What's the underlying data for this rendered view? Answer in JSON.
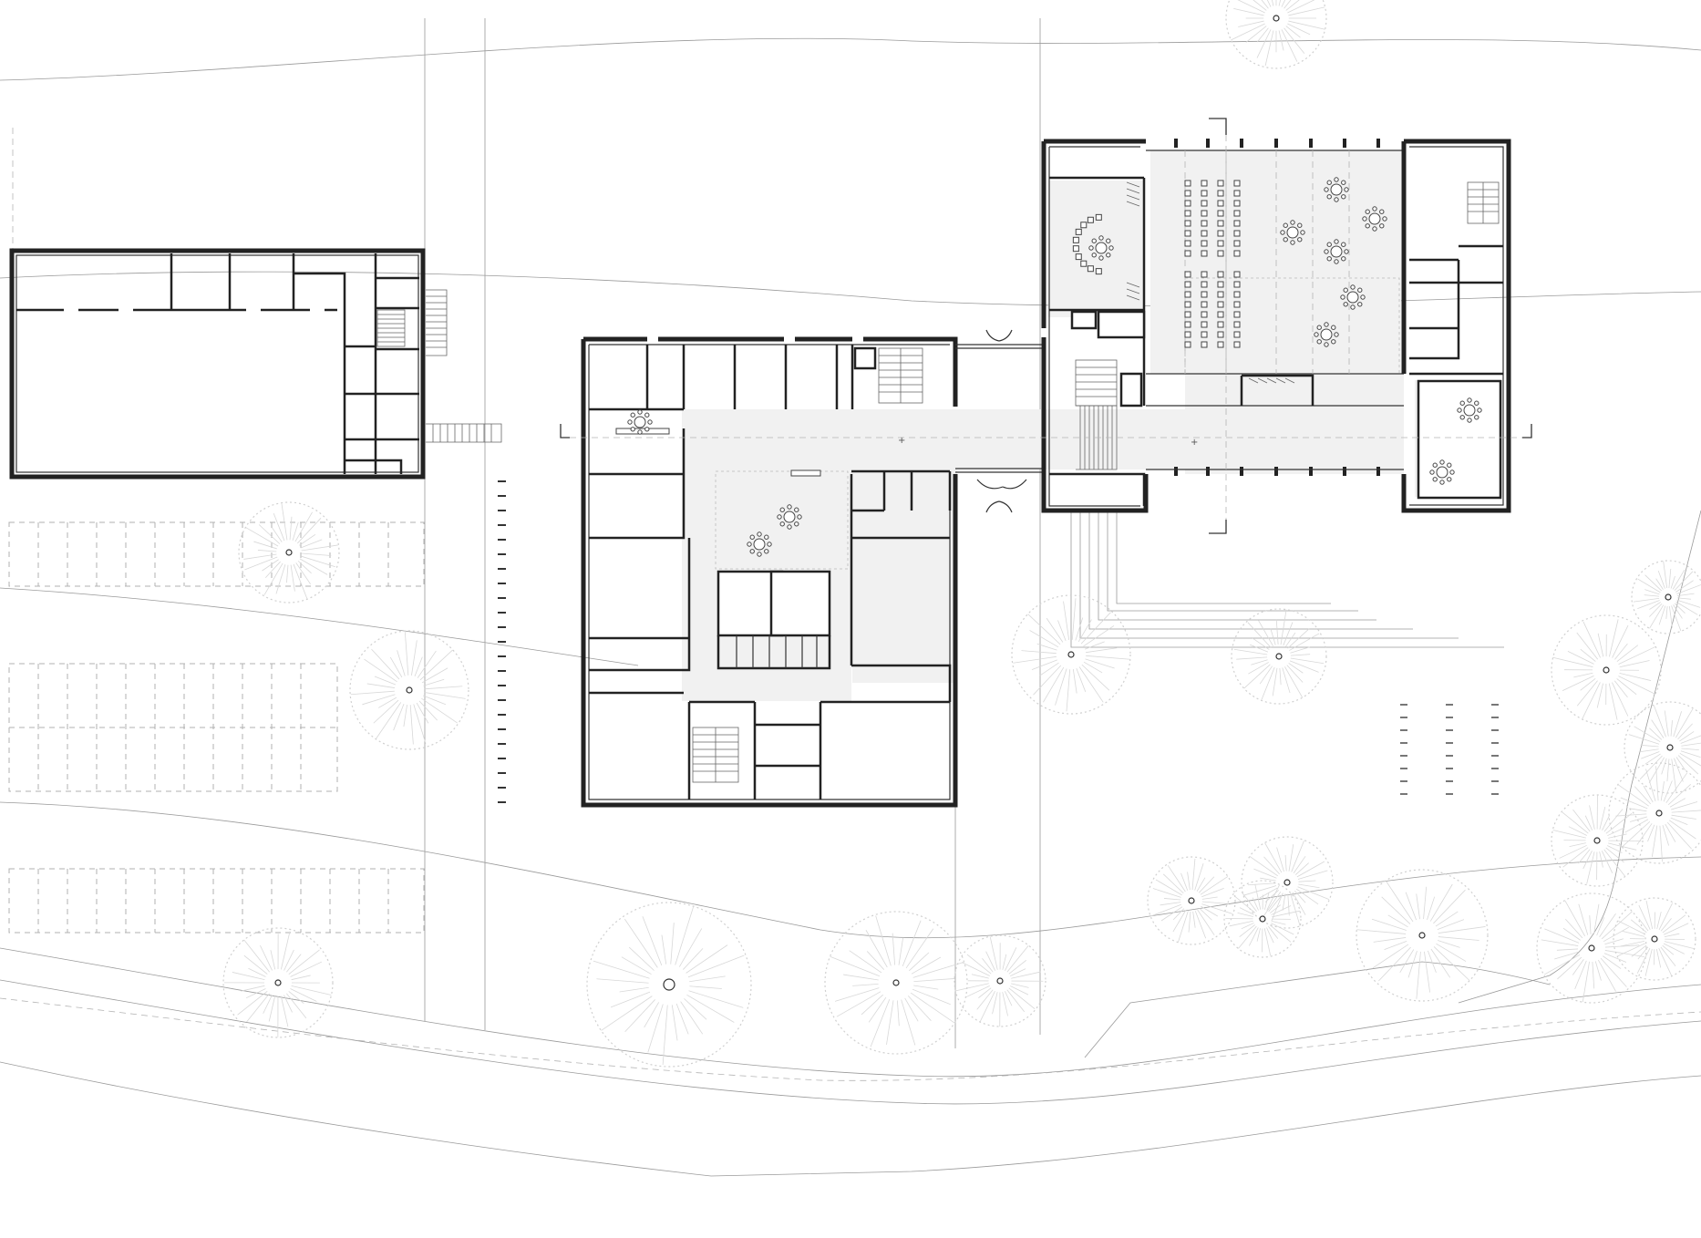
{
  "drawing": {
    "kind": "architectural site plan",
    "style": "black line drawing on white",
    "colors": {
      "background": "#ffffff",
      "walls": "#222222",
      "circulation_fill": "#f1f1f1",
      "site_lines": "#9a9a9a",
      "trees": "#d8d8d8"
    },
    "buildings": [
      "gymnasium",
      "classroom-block",
      "hall-wing"
    ],
    "icons": [
      "tree-icon",
      "round-table-icon",
      "stair-icon",
      "double-door-icon",
      "section-mark-icon"
    ]
  }
}
